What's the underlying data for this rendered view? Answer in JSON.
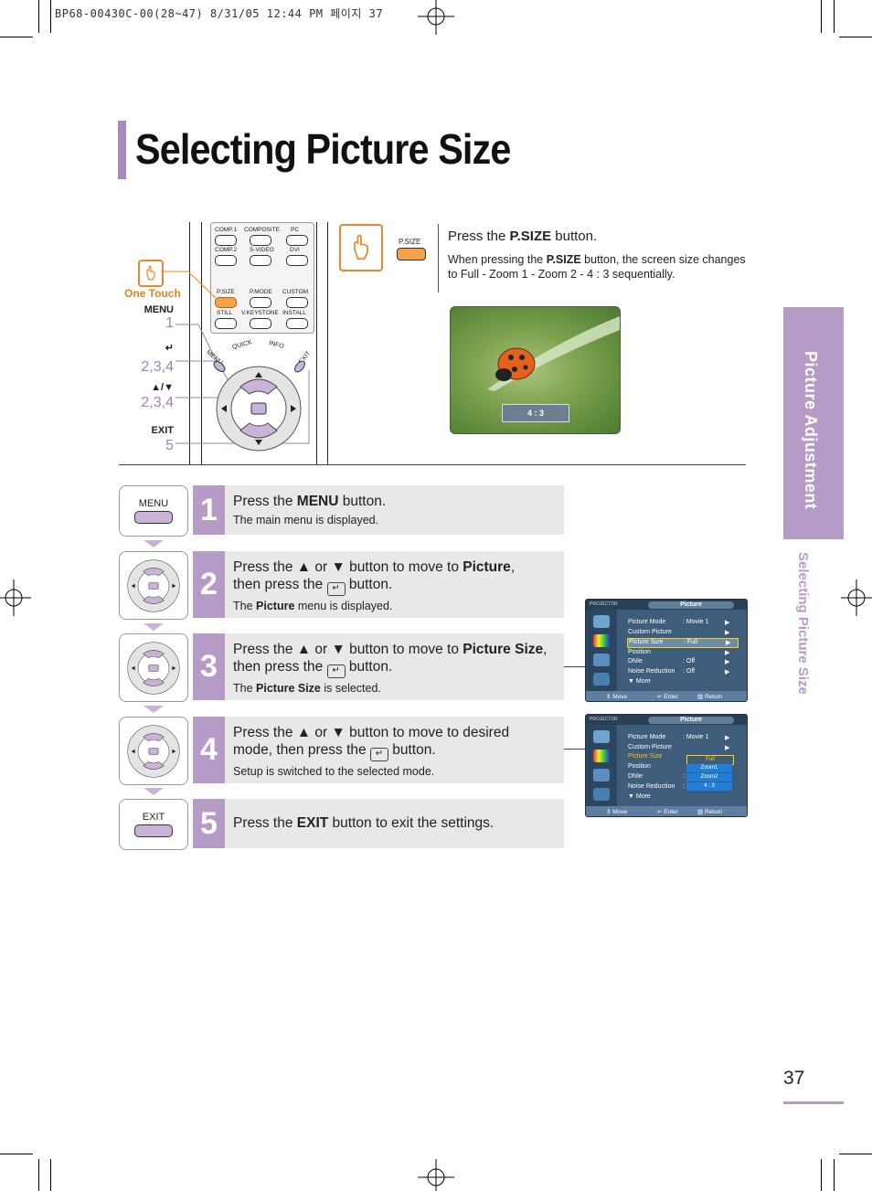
{
  "header": {
    "print_line": "BP68-00430C-00(28~47)  8/31/05  12:44 PM 페이지 37"
  },
  "page": {
    "title": "Selecting Picture Size",
    "side_tab": "Picture Adjustment",
    "side_sub": "Selecting Picture Size",
    "page_number": "37"
  },
  "remote": {
    "one_touch": "One Touch",
    "buttons_top": [
      "COMP.1",
      "COMPOSITE",
      "PC",
      "COMP.2",
      "S-VIDEO",
      "DVI",
      "P.SIZE",
      "P.MODE",
      "CUSTOM",
      "STILL",
      "V.KEYSTONE",
      "INSTALL"
    ],
    "buttons_nav": [
      "MENU",
      "QUICK",
      "INFO",
      "EXIT"
    ],
    "labels": [
      {
        "name": "MENU",
        "num": "1"
      },
      {
        "name": "↵",
        "num": "2,3,4"
      },
      {
        "name": "▲/▼",
        "num": "2,3,4"
      },
      {
        "name": "EXIT",
        "num": "5"
      }
    ]
  },
  "intro": {
    "psize_label": "P.SIZE",
    "title_pre": "Press the ",
    "title_bold": "P.SIZE",
    "title_post": " button.",
    "desc_pre": "When pressing the ",
    "desc_bold": "P.SIZE",
    "desc_post": " button, the screen size changes to Full -  Zoom 1 - Zoom 2 - 4 : 3  sequentially.",
    "photo_label": "4 : 3"
  },
  "steps": [
    {
      "num": "1",
      "icon_label": "MENU",
      "main_pre": "Press the ",
      "main_bold": "MENU",
      "main_post": " button.",
      "sub_pre": "The main menu is displayed.",
      "sub_bold": "",
      "sub_post": ""
    },
    {
      "num": "2",
      "main_a": "Press the ▲ or ▼ button to move to ",
      "main_bold": "Picture",
      "main_b": ",",
      "main_c": "then press the ",
      "main_d": " button.",
      "sub_pre": "The ",
      "sub_bold": "Picture",
      "sub_post": " menu is displayed."
    },
    {
      "num": "3",
      "main_a": "Press the ▲ or ▼ button to move to ",
      "main_bold": "Picture Size",
      "main_b": ",",
      "main_c": "then press the ",
      "main_d": " button.",
      "sub_pre": "The ",
      "sub_bold": "Picture Size",
      "sub_post": " is selected."
    },
    {
      "num": "4",
      "main_a": "Press the ▲ or ▼ button to move to desired",
      "main_c": "mode, then press the ",
      "main_d": " button.",
      "sub_pre": "Setup is switched to the selected mode."
    },
    {
      "num": "5",
      "icon_label": "EXIT",
      "main_pre": "Press the ",
      "main_bold": "EXIT",
      "main_post": " button to exit the settings."
    }
  ],
  "osd1": {
    "brand": "PROJECTOR",
    "title": "Picture",
    "rows": [
      {
        "label": "Picture Mode",
        "value": ": Movie 1",
        "arrow": "▶"
      },
      {
        "label": "Custom Picture",
        "value": "",
        "arrow": "▶"
      },
      {
        "label": "Picture Size",
        "value": ": Full",
        "arrow": "▶"
      },
      {
        "label": "Position",
        "value": "",
        "arrow": "▶"
      },
      {
        "label": "DNIe",
        "value": ": Off",
        "arrow": "▶"
      },
      {
        "label": "Noise Reduction",
        "value": ": Off",
        "arrow": "▶"
      },
      {
        "label": "▼ More",
        "value": "",
        "arrow": ""
      }
    ],
    "footer": {
      "move": "Move",
      "enter": "Enter",
      "return": "Return"
    }
  },
  "osd2": {
    "brand": "PROJECTOR",
    "title": "Picture",
    "rows": [
      {
        "label": "Picture Mode",
        "value": ": Movie 1",
        "arrow": "▶"
      },
      {
        "label": "Custom Picture",
        "value": "",
        "arrow": "▶"
      },
      {
        "label": "Picture Size",
        "value": "",
        "arrow": ""
      },
      {
        "label": "Position",
        "value": "",
        "arrow": ""
      },
      {
        "label": "DNIe",
        "value": ":",
        "arrow": ""
      },
      {
        "label": "Noise Reduction",
        "value": ":",
        "arrow": ""
      },
      {
        "label": "▼ More",
        "value": "",
        "arrow": ""
      }
    ],
    "options": [
      "Full",
      "Zoom1",
      "Zoom2",
      "4 : 3"
    ],
    "footer": {
      "move": "Move",
      "enter": "Enter",
      "return": "Return"
    }
  },
  "colors": {
    "accent": "#b79bc7",
    "orange": "#e8892b",
    "osd_bg": "#3e5d7b"
  }
}
